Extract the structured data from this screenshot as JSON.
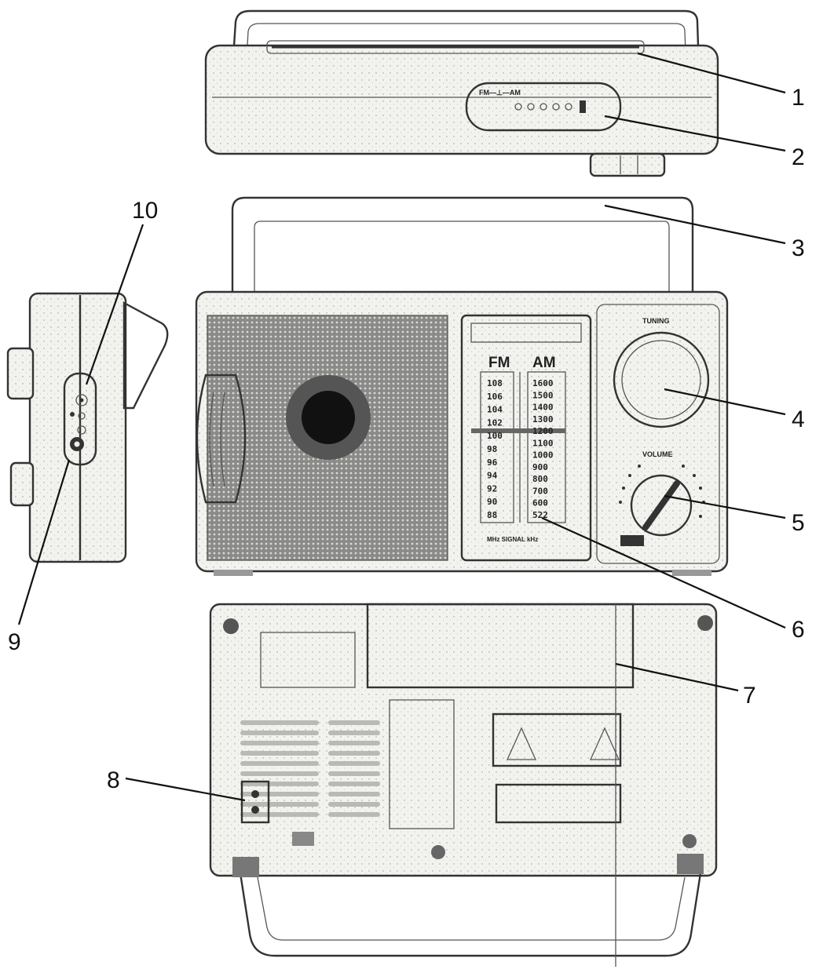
{
  "diagram": {
    "callouts": [
      {
        "id": "1",
        "label": "1"
      },
      {
        "id": "2",
        "label": "2"
      },
      {
        "id": "3",
        "label": "3"
      },
      {
        "id": "4",
        "label": "4"
      },
      {
        "id": "5",
        "label": "5"
      },
      {
        "id": "6",
        "label": "6"
      },
      {
        "id": "7",
        "label": "7"
      },
      {
        "id": "8",
        "label": "8"
      },
      {
        "id": "9",
        "label": "9"
      },
      {
        "id": "10",
        "label": "10"
      }
    ],
    "dial": {
      "fm_label": "FM",
      "am_label": "AM",
      "fm_scale": [
        "108",
        "106",
        "104",
        "102",
        "100",
        "98",
        "96",
        "94",
        "92",
        "90",
        "88"
      ],
      "am_scale": [
        "1600",
        "1500",
        "1400",
        "1300",
        "1200",
        "1100",
        "1000",
        "900",
        "800",
        "700",
        "600",
        "522"
      ]
    },
    "tuning_label": "TUNING",
    "volume_label": "VOLUME"
  },
  "colors": {
    "ink": "#333333",
    "paper": "#ffffff",
    "body": "#f3f3f1",
    "grille": "#777777"
  }
}
